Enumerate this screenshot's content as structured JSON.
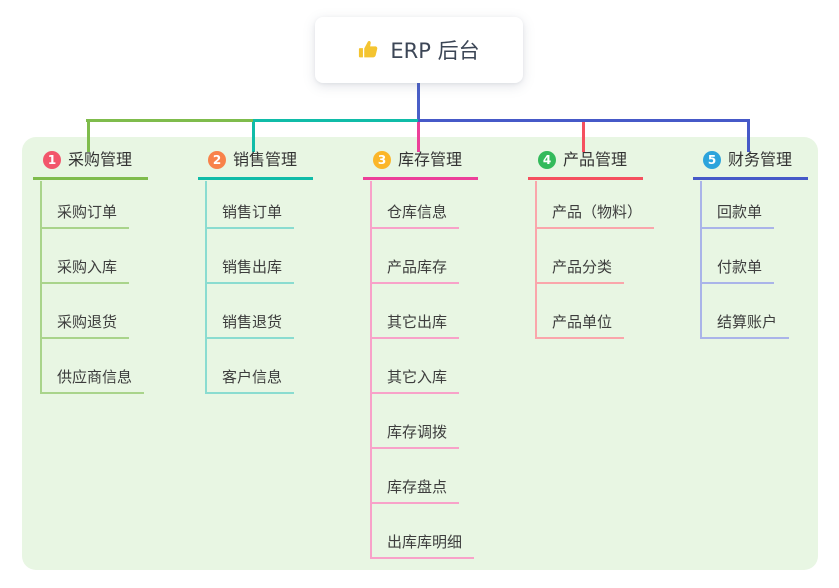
{
  "root": {
    "label": "ERP 后台",
    "icon": "thumbs-up-icon",
    "icon_color": "#F4C430",
    "stem_color": "#4A5FC8"
  },
  "panel": {
    "background": "#E8F6E3"
  },
  "branches": [
    {
      "badge": "1",
      "label": "采购管理",
      "badge_color": "#F2566B",
      "line_color": "#7FBC4C",
      "child_line_color": "#A9D48B",
      "children": [
        "采购订单",
        "采购入库",
        "采购退货",
        "供应商信息"
      ]
    },
    {
      "badge": "2",
      "label": "销售管理",
      "badge_color": "#F8824A",
      "line_color": "#10BCA8",
      "child_line_color": "#8ADCD0",
      "children": [
        "销售订单",
        "销售出库",
        "销售退货",
        "客户信息"
      ]
    },
    {
      "badge": "3",
      "label": "库存管理",
      "badge_color": "#FBB629",
      "line_color": "#EC4099",
      "child_line_color": "#F8A2C9",
      "children": [
        "仓库信息",
        "产品库存",
        "其它出库",
        "其它入库",
        "库存调拨",
        "库存盘点",
        "出库库明细"
      ]
    },
    {
      "badge": "4",
      "label": "产品管理",
      "badge_color": "#33BA5B",
      "line_color": "#F5505F",
      "child_line_color": "#FAA6AB",
      "children": [
        "产品（物料）",
        "产品分类",
        "产品单位"
      ]
    },
    {
      "badge": "5",
      "label": "财务管理",
      "badge_color": "#2CA4DC",
      "line_color": "#4659C8",
      "child_line_color": "#AAB4E9",
      "children": [
        "回款单",
        "付款单",
        "结算账户"
      ]
    }
  ]
}
